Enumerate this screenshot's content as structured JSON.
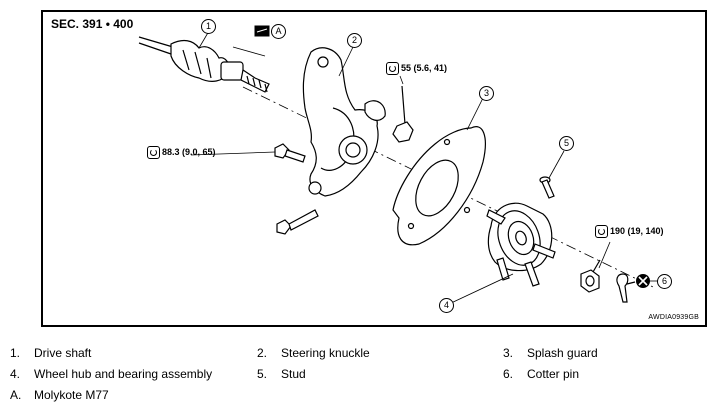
{
  "diagram": {
    "section": "SEC. 391 • 400",
    "figure_code": "AWDIA0939GB",
    "callouts": [
      "1",
      "2",
      "3",
      "4",
      "5",
      "6",
      "A"
    ],
    "torques": {
      "knuckle_nut": "55 (5.6, 41)",
      "knuckle_bolt": "88.3 (9.0, 65)",
      "hub_nut": "190 (19, 140)"
    }
  },
  "legend": [
    {
      "num": "1.",
      "label": "Drive shaft"
    },
    {
      "num": "2.",
      "label": "Steering knuckle"
    },
    {
      "num": "3.",
      "label": "Splash guard"
    },
    {
      "num": "4.",
      "label": "Wheel hub and bearing assembly"
    },
    {
      "num": "5.",
      "label": "Stud"
    },
    {
      "num": "6.",
      "label": "Cotter pin"
    },
    {
      "num": "A.",
      "label": "Molykote M77"
    }
  ]
}
